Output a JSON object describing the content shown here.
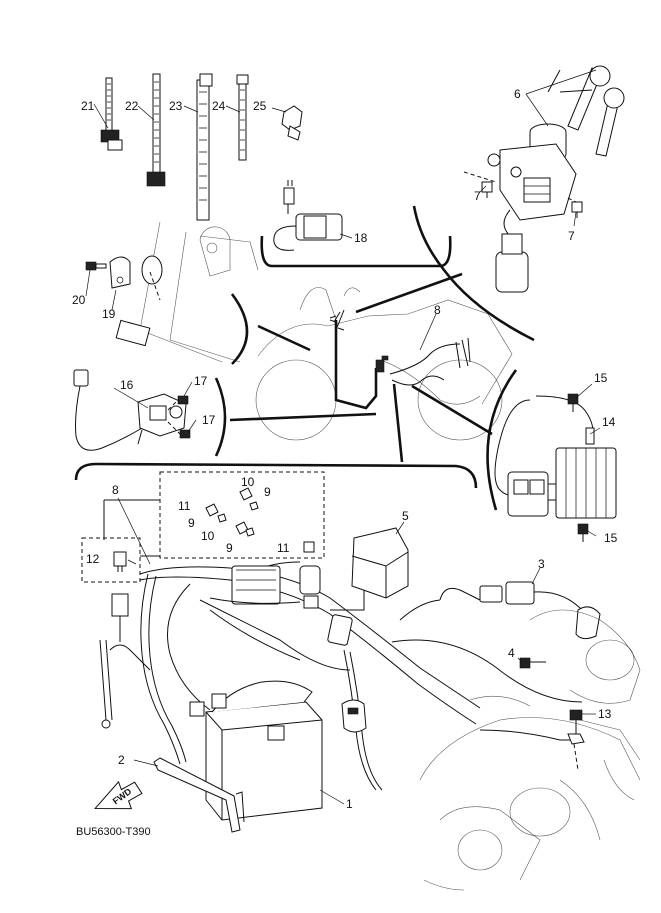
{
  "diagram": {
    "code": "BU56300-T390",
    "fwd_label": "FWD",
    "callouts": {
      "c1": "1",
      "c2": "2",
      "c4": "4",
      "c5": "5",
      "c6": "6",
      "c7a": "7",
      "c7b": "7",
      "c8a": "8",
      "c8b": "8",
      "c9a": "9",
      "c9b": "9",
      "c9c": "9",
      "c10a": "10",
      "c10b": "10",
      "c11a": "11",
      "c11b": "11",
      "c12": "12",
      "c13": "13",
      "c14": "14",
      "c15a": "15",
      "c15b": "15",
      "c16": "16",
      "c17a": "17",
      "c17b": "17",
      "c18": "18",
      "c19": "19",
      "c20": "20",
      "c21": "21",
      "c22": "22",
      "c23": "23",
      "c24": "24",
      "c25": "25"
    }
  }
}
